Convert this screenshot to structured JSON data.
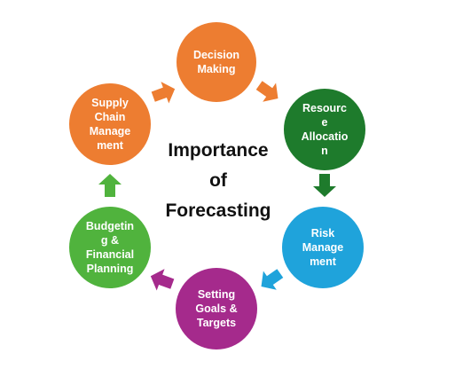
{
  "diagram": {
    "center_title": [
      "Importance",
      "of",
      "Forecasting"
    ],
    "nodes": [
      {
        "id": "decision-making",
        "lines": [
          "Decision",
          "Making"
        ],
        "color": "#ED7D31"
      },
      {
        "id": "resource-allocation",
        "lines": [
          "Resourc",
          "e",
          "Allocatio",
          "n"
        ],
        "color": "#1E7B2C"
      },
      {
        "id": "risk-management",
        "lines": [
          "Risk",
          "Manage",
          "ment"
        ],
        "color": "#1FA3DB"
      },
      {
        "id": "setting-goals-targets",
        "lines": [
          "Setting",
          "Goals &",
          "Targets"
        ],
        "color": "#A52A8C"
      },
      {
        "id": "budgeting-financial-planning",
        "lines": [
          "Budgetin",
          "g &",
          "Financial",
          "Planning"
        ],
        "color": "#50B33D"
      },
      {
        "id": "supply-chain-management",
        "lines": [
          "Supply",
          "Chain",
          "Manage",
          "ment"
        ],
        "color": "#ED7D31"
      }
    ],
    "arrows": [
      {
        "id": "arrow-decision-to-resource",
        "color": "#ED7D31"
      },
      {
        "id": "arrow-resource-to-risk",
        "color": "#1E7B2C"
      },
      {
        "id": "arrow-risk-to-goals",
        "color": "#1FA3DB"
      },
      {
        "id": "arrow-goals-to-budgeting",
        "color": "#A52A8C"
      },
      {
        "id": "arrow-budgeting-to-supply",
        "color": "#50B33D"
      },
      {
        "id": "arrow-supply-to-decision",
        "color": "#ED7D31"
      }
    ]
  }
}
